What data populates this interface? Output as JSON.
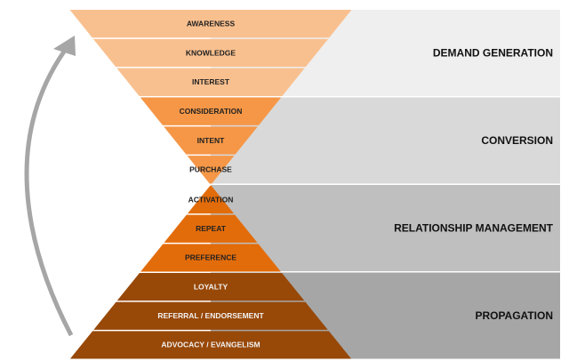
{
  "stages": [
    {
      "label": "AWARENESS",
      "fill": "#f9c08f",
      "text": "#222222"
    },
    {
      "label": "KNOWLEDGE",
      "fill": "#f9c08f",
      "text": "#222222"
    },
    {
      "label": "INTEREST",
      "fill": "#f9c08f",
      "text": "#222222"
    },
    {
      "label": "CONSIDERATION",
      "fill": "#f59747",
      "text": "#222222"
    },
    {
      "label": "INTENT",
      "fill": "#f59747",
      "text": "#222222"
    },
    {
      "label": "PURCHASE",
      "fill": "#f59747",
      "text": "#222222"
    },
    {
      "label": "ACTIVATION",
      "fill": "#e36c0a",
      "text": "#222222"
    },
    {
      "label": "REPEAT",
      "fill": "#e36c0a",
      "text": "#222222"
    },
    {
      "label": "PREFERENCE",
      "fill": "#e36c0a",
      "text": "#222222"
    },
    {
      "label": "LOYALTY",
      "fill": "#984807",
      "text": "#f2f2f2"
    },
    {
      "label": "REFERRAL / ENDORSEMENT",
      "fill": "#984807",
      "text": "#f2f2f2"
    },
    {
      "label": "ADVOCACY / EVANGELISM",
      "fill": "#984807",
      "text": "#f2f2f2"
    }
  ],
  "bands": [
    {
      "label": "DEMAND GENERATION",
      "fill": "#efefef"
    },
    {
      "label": "CONVERSION",
      "fill": "#d9d9d9"
    },
    {
      "label": "RELATIONSHIP MANAGEMENT",
      "fill": "#bfbfbf"
    },
    {
      "label": "PROPAGATION",
      "fill": "#a6a6a6"
    }
  ],
  "arrow_color": "#a6a6a6"
}
